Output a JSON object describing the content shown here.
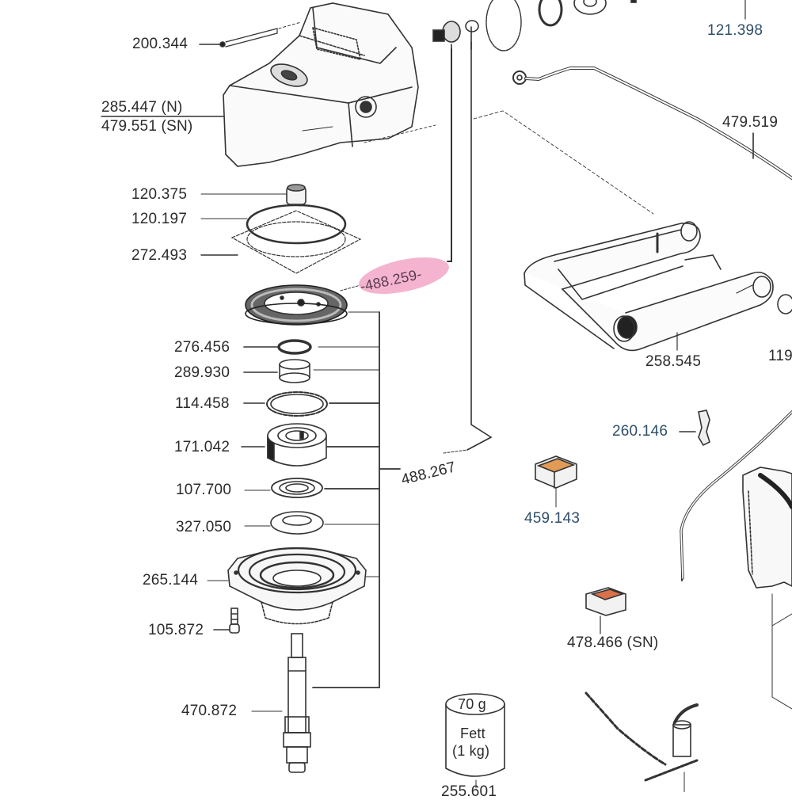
{
  "title": "Exploded parts diagram",
  "highlight_color": "#f2a7c8",
  "part_labels": {
    "p200344": "200.344",
    "p285447": "285.447 (N)",
    "p479551": "479.551 (SN)",
    "p120375": "120.375",
    "p120197": "120.197",
    "p272493": "272.493",
    "p488259": "-488.259-",
    "p276456": "276.456",
    "p289930": "289.930",
    "p114458": "114.458",
    "p171042": "171.042",
    "p107700": "107.700",
    "p327050": "327.050",
    "p265144": "265.144",
    "p105872": "105.872",
    "p470872": "470.872",
    "p488267": "488.267",
    "p121398": "121.398",
    "p479519": "479.519",
    "p258545": "258.545",
    "p119": "119",
    "p260146": "260.146",
    "p459143": "459.143",
    "p478466": "478.466 (SN)",
    "p255": "255.601"
  },
  "grease_can": {
    "weight": "70 g",
    "type": "Fett",
    "pack": "(1 kg)"
  },
  "icons": {
    "motor_housing": "motor-housing-icon",
    "gear": "gear-icon",
    "bearing": "bearing-icon",
    "shaft": "shaft-icon",
    "lever": "lever-icon",
    "connector": "terminal-block-icon",
    "grease": "grease-can-icon"
  }
}
